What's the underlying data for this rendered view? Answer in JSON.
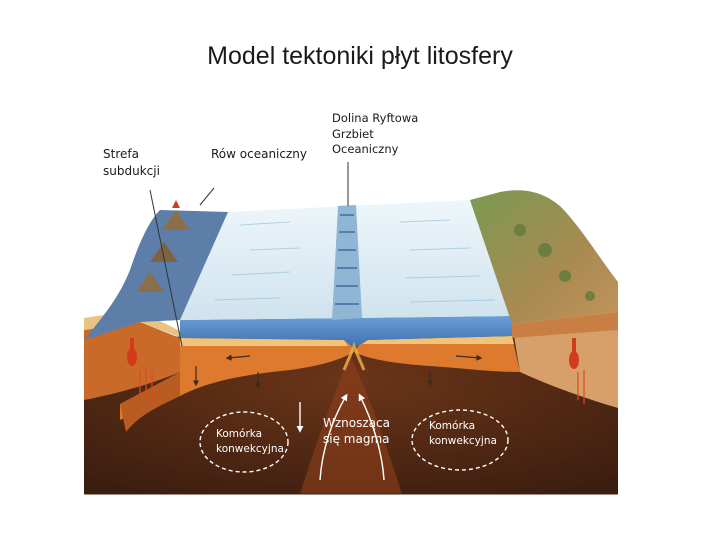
{
  "title": "Model tektoniki płyt litosfery",
  "labels": {
    "subduction_zone": [
      "Strefa",
      "subdukcji"
    ],
    "oceanic_trench": "Rów oceaniczny",
    "rift_valley": [
      "Dolina Ryftowa",
      "Grzbiet",
      "Oceaniczny"
    ],
    "convection_cell_left": [
      "Komórka",
      "konwekcyjna"
    ],
    "rising_magma": [
      "Wznosząca",
      "się magma"
    ],
    "convection_cell_right": [
      "Komórka",
      "konwekcyjna"
    ]
  },
  "colors": {
    "ocean_top": "#dcecf4",
    "ocean_side": "#4f86c6",
    "mantle": "#4a2614",
    "plate_orange": "#d8762c",
    "crust_tan": "#e7b86b",
    "land_green": "#6f8f4a",
    "magma_red": "#d23a1e"
  }
}
